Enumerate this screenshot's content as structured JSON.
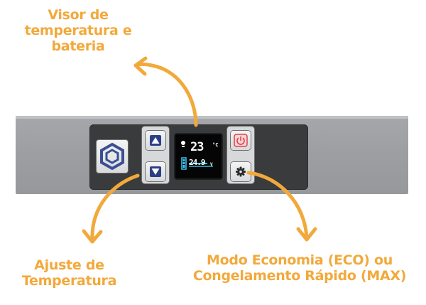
{
  "labels": {
    "top": [
      "Visor de",
      "temperatura e",
      "bateria"
    ],
    "left": [
      "Ajuste de",
      "Temperatura"
    ],
    "right": [
      "Modo Economia (ECO) ou",
      "Congelamento Rápido (MAX)"
    ]
  },
  "display": {
    "temperature": "23",
    "temperature_unit": "°C",
    "voltage": "24.9",
    "voltage_unit": "V"
  },
  "icons": {
    "logo": "hexagon-logo-icon",
    "up": "triangle-up-icon",
    "down": "triangle-down-icon",
    "power": "power-icon",
    "mode": "gear-icon",
    "battery": "battery-icon"
  },
  "colors": {
    "annotation": "#f2a93b",
    "panel": "#3a3b3d",
    "strip": "#9fa1a4",
    "logo_blue": "#3a4f95",
    "power_red": "#e0434b"
  }
}
